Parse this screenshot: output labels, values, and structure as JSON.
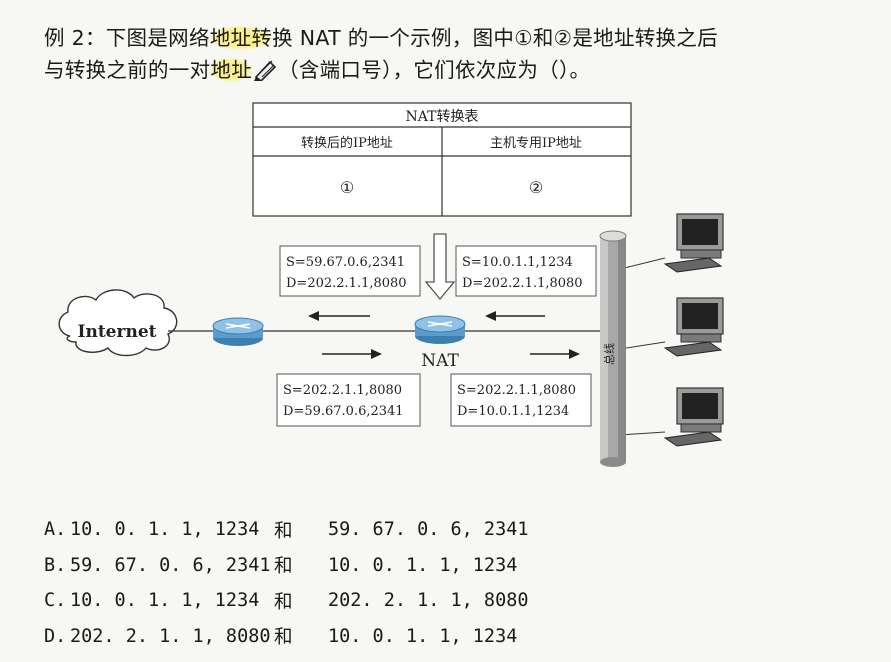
{
  "question": {
    "line1_pre": "例 2：下图是网络",
    "line1_highlight": "地址转",
    "line1_post": "换 NAT 的一个示例，图中①和②是地址转换之后",
    "line2_pre": "与转换之前的一对",
    "line2_highlight": "地址",
    "line2_post": "（含端口号），它们依次应为（）。"
  },
  "figure": {
    "table_title": "NAT转换表",
    "col1_header": "转换后的IP地址",
    "col2_header": "主机专用IP地址",
    "cell1": "①",
    "cell2": "②",
    "box_tl_s": "S=59.67.0.6,2341",
    "box_tl_d": "D=202.2.1.1,8080",
    "box_tr_s": "S=10.0.1.1,1234",
    "box_tr_d": "D=202.2.1.1,8080",
    "box_bl_s": "S=202.2.1.1,8080",
    "box_bl_d": "D=59.67.0.6,2341",
    "box_br_s": "S=202.2.1.1,8080",
    "box_br_d": "D=10.0.1.1,1234",
    "internet_label": "Internet",
    "nat_label": "NAT",
    "bus_label": "总线"
  },
  "options": [
    {
      "letter": "A.",
      "first": "10. 0. 1. 1, 1234",
      "and": "和",
      "second": "59. 67. 0. 6, 2341"
    },
    {
      "letter": "B.",
      "first": "59. 67. 0. 6, 2341",
      "and": "和",
      "second": "10. 0. 1. 1, 1234"
    },
    {
      "letter": "C.",
      "first": "10. 0. 1. 1, 1234",
      "and": "和",
      "second": "202. 2. 1. 1, 8080"
    },
    {
      "letter": "D.",
      "first": "202. 2. 1. 1, 8080",
      "and": "和",
      "second": "10. 0. 1. 1, 1234"
    }
  ]
}
